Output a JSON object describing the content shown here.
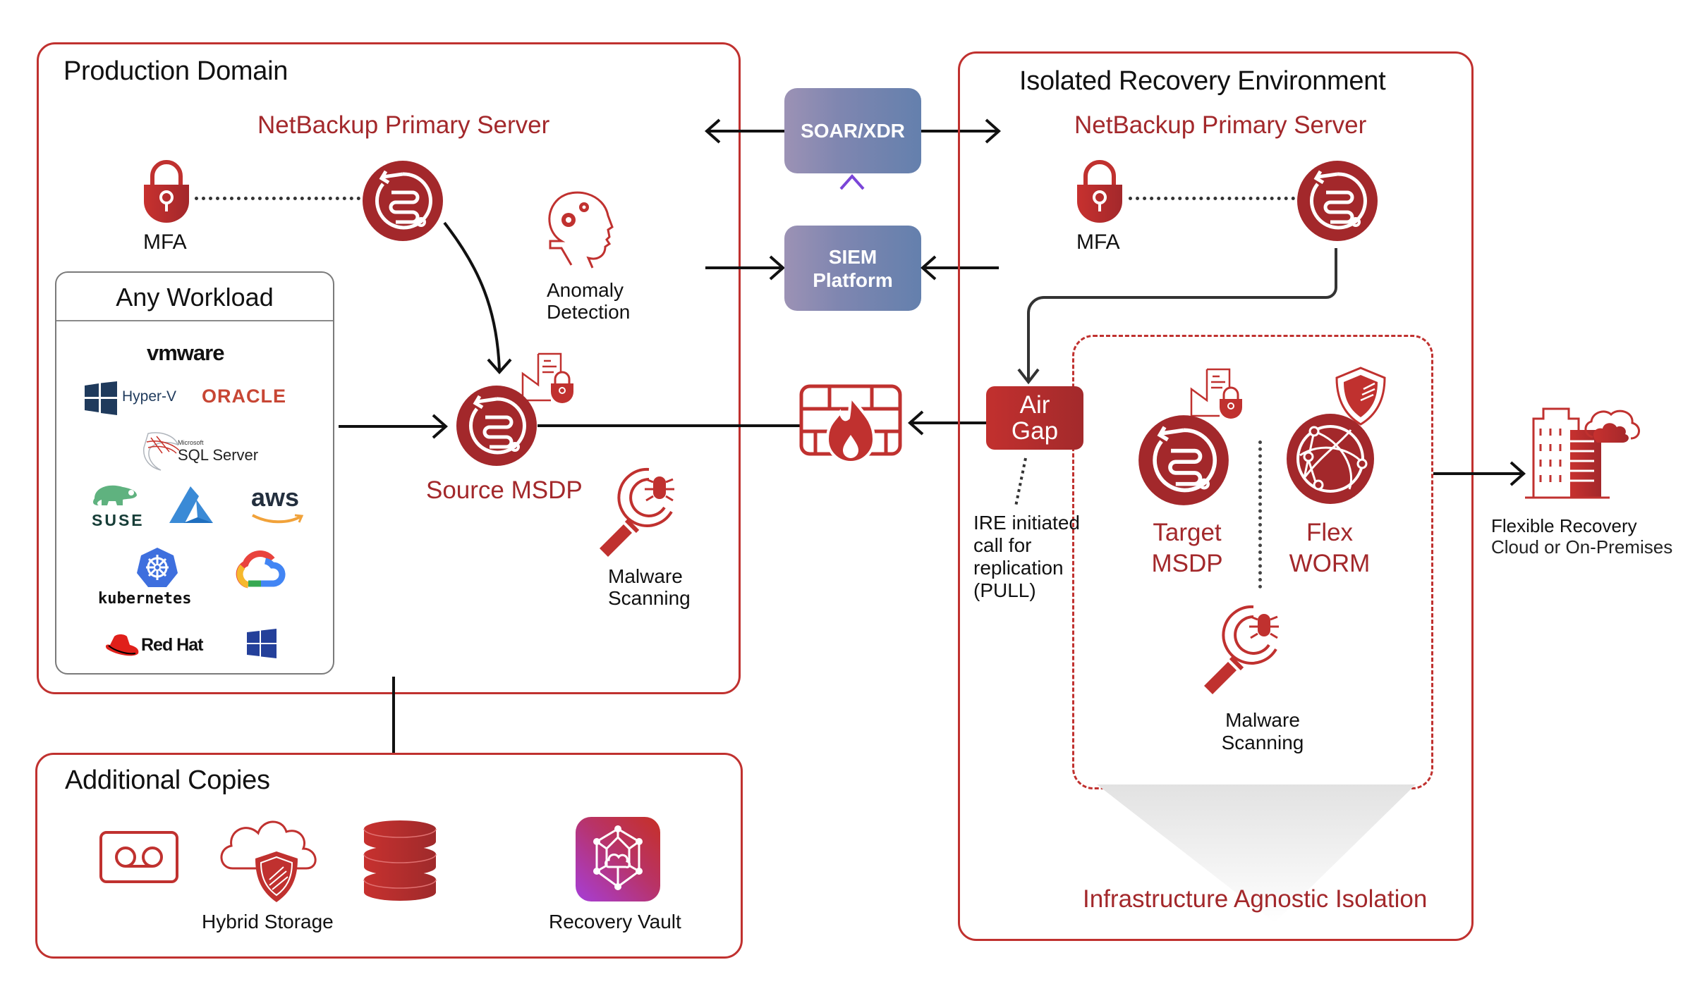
{
  "production": {
    "title": "Production Domain",
    "primary_server_label": "NetBackup Primary Server",
    "mfa_label": "MFA",
    "anomaly_label_1": "Anomaly",
    "anomaly_label_2": "Detection",
    "source_msdp_label": "Source MSDP",
    "malware_label_1": "Malware",
    "malware_label_2": "Scanning",
    "workload": {
      "title": "Any Workload",
      "logos": [
        "vmware",
        "Hyper-V",
        "ORACLE",
        "Microsoft",
        "SQL Server",
        "SUSE",
        "Azure",
        "aws",
        "kubernetes",
        "Google Cloud",
        "Red Hat",
        "Windows"
      ]
    }
  },
  "middle": {
    "soar_label": "SOAR/XDR",
    "siem_label_1": "SIEM",
    "siem_label_2": "Platform"
  },
  "ire": {
    "title": "Isolated Recovery Environment",
    "primary_server_label": "NetBackup Primary Server",
    "mfa_label": "MFA",
    "airgap_label_1": "Air",
    "airgap_label_2": "Gap",
    "ire_note": [
      "IRE initiated",
      "call for",
      "replication",
      "(PULL)"
    ],
    "target_msdp_1": "Target",
    "target_msdp_2": "MSDP",
    "flex_worm_1": "Flex",
    "flex_worm_2": "WORM",
    "malware_label_1": "Malware",
    "malware_label_2": "Scanning",
    "isolation_label": "Infrastructure Agnostic Isolation"
  },
  "flexible": {
    "title": "Flexible Recovery",
    "subtitle": "Cloud or On-Premises"
  },
  "additional": {
    "title": "Additional Copies",
    "hybrid_label": "Hybrid Storage",
    "vault_label": "Recovery Vault"
  },
  "colors": {
    "brand_red": "#c0312f",
    "dark_red": "#a3282b",
    "soar_gradient_start": "#9c92b5",
    "soar_gradient_end": "#6480ad"
  }
}
